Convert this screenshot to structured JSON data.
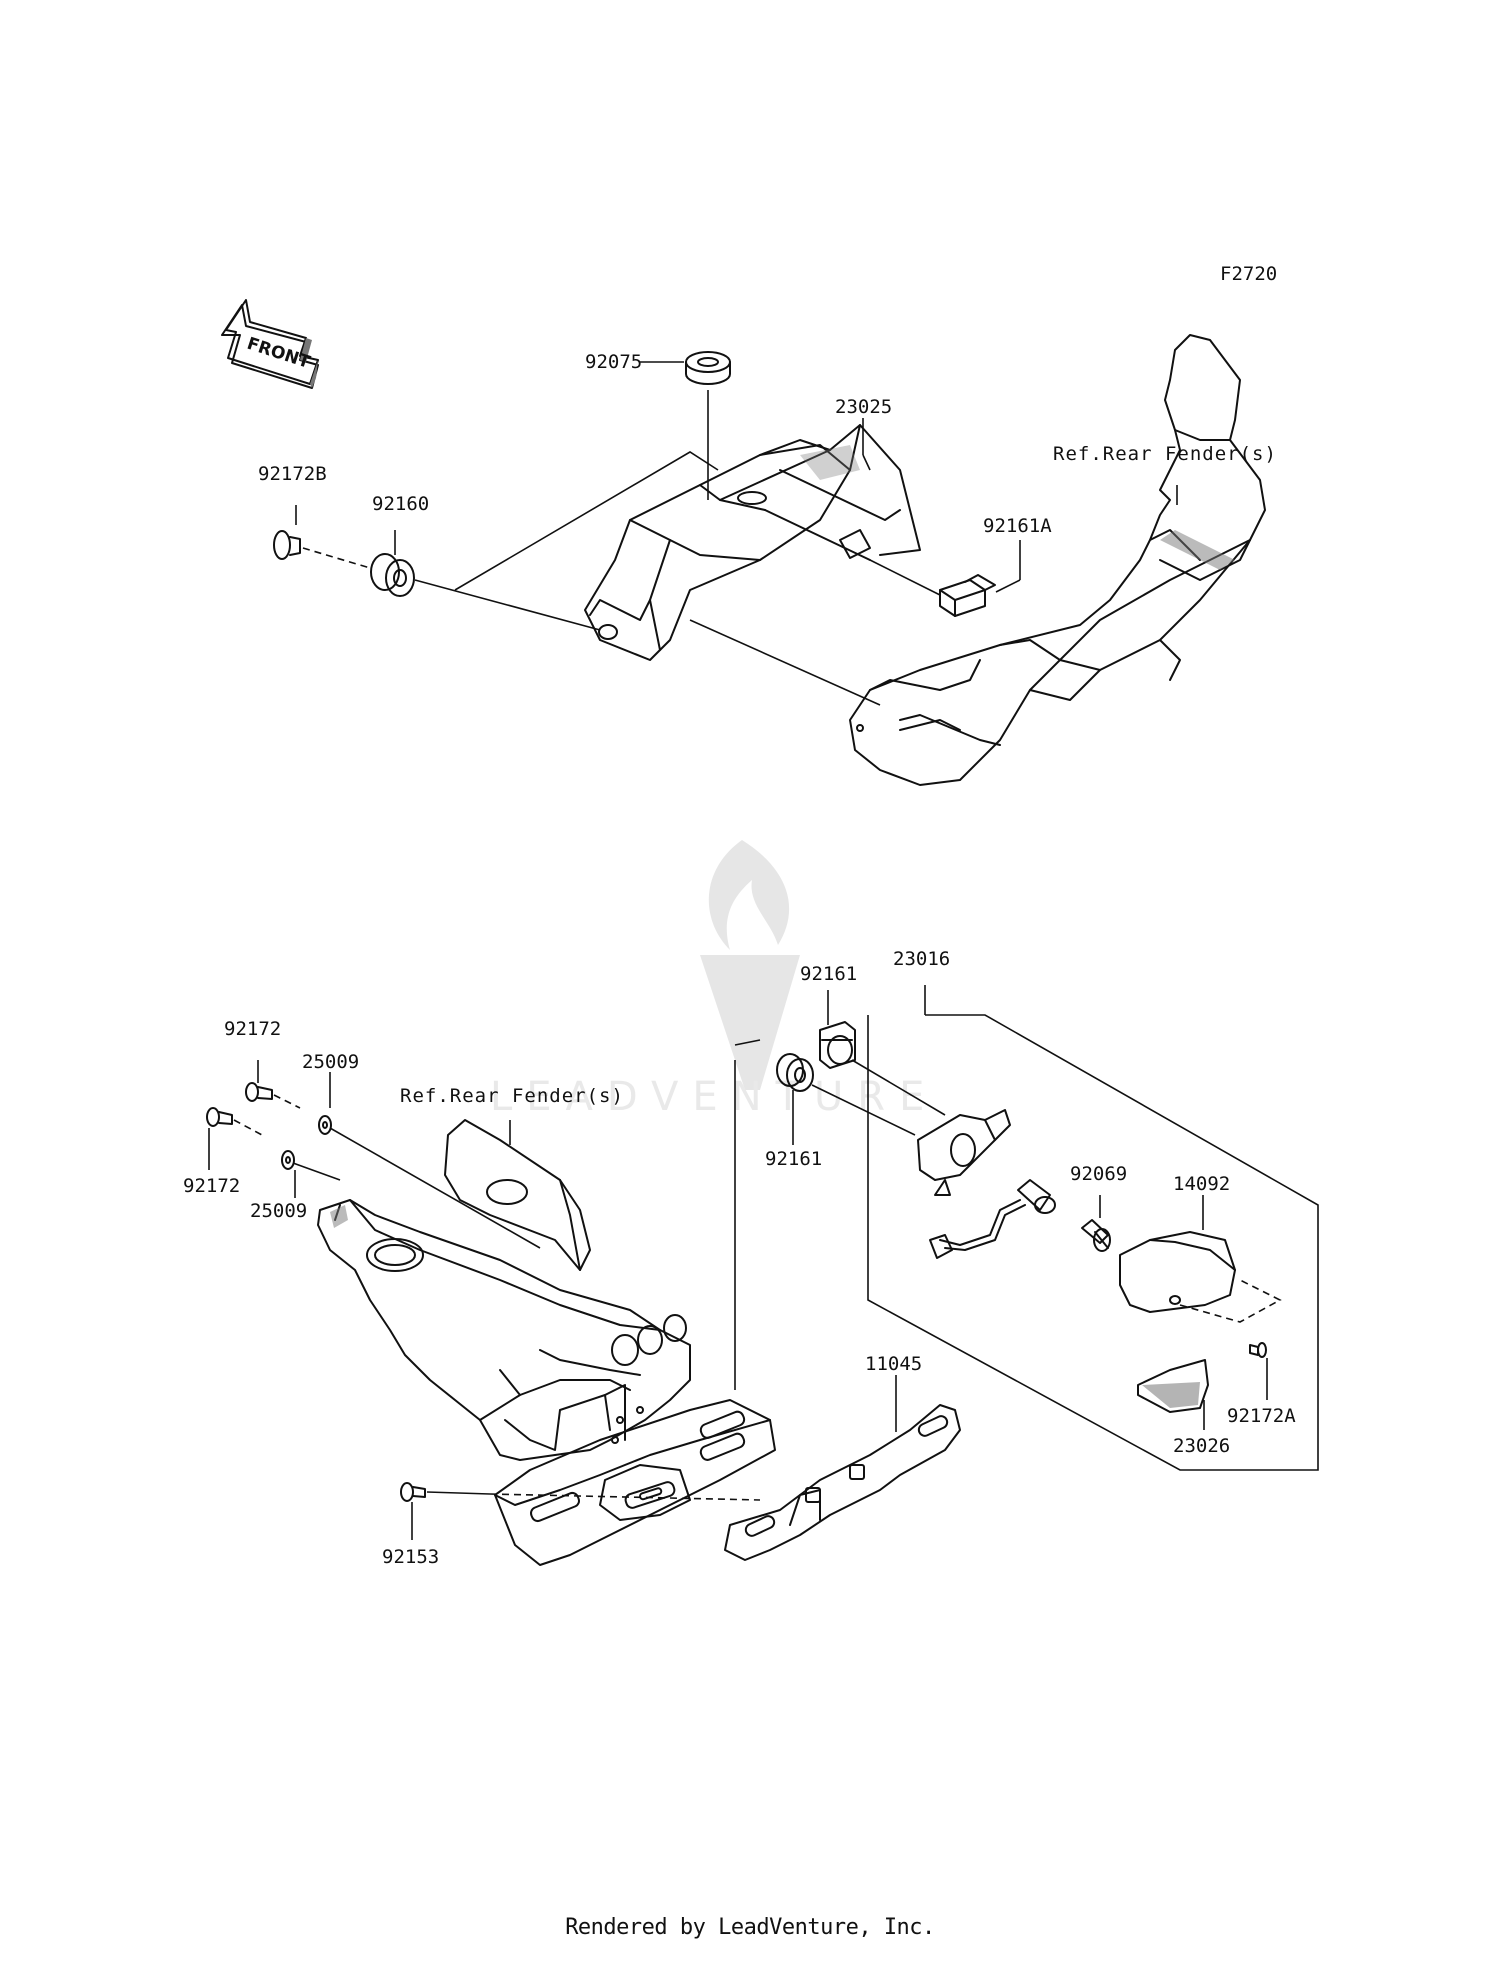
{
  "figure_code": "F2720",
  "front_arrow_label": "FRONT",
  "watermark_text": "LEADVENTURE",
  "footer": "Rendered by LeadVenture, Inc.",
  "labels": {
    "p92075": "92075",
    "p23025": "23025",
    "ref_rear_fender_top": "Ref.Rear Fender(s)",
    "p92172B": "92172B",
    "p92160": "92160",
    "p92161A": "92161A",
    "p92161_a": "92161",
    "p23016": "23016",
    "p92172_a": "92172",
    "p25009_a": "25009",
    "ref_rear_fender_bottom": "Ref.Rear Fender(s)",
    "p92172_b": "92172",
    "p25009_b": "25009",
    "p92161_b": "92161",
    "p92069": "92069",
    "p14092": "14092",
    "p11045": "11045",
    "p92172A": "92172A",
    "p23026": "23026",
    "p92153": "92153"
  }
}
